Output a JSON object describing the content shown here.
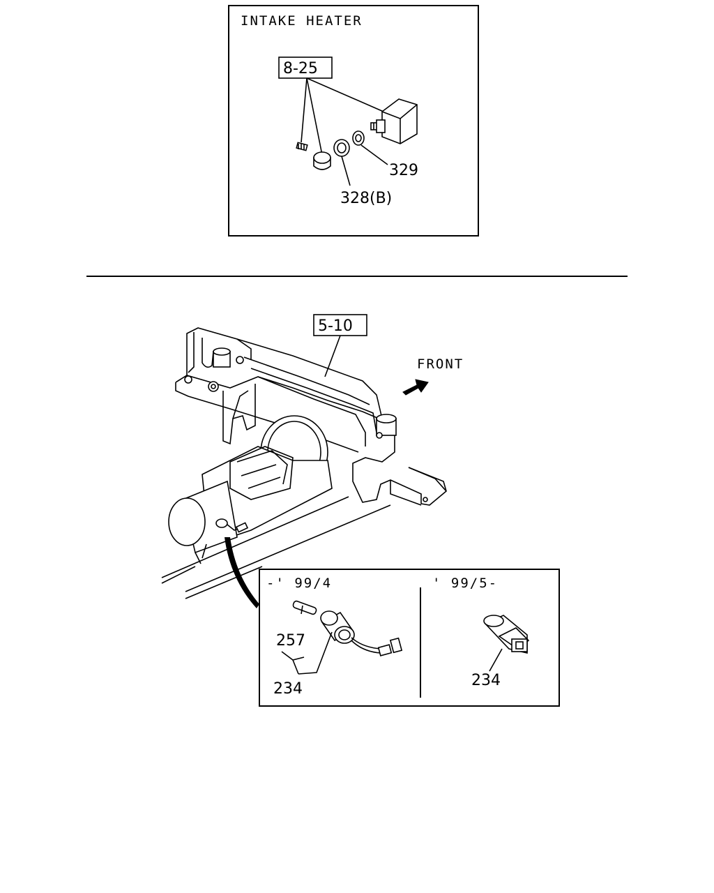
{
  "intake_heater": {
    "title": "INTAKE HEATER",
    "ref": "8-25",
    "parts": [
      "329",
      "328(B)"
    ]
  },
  "main_view": {
    "ref": "5-10",
    "front_label": "FRONT"
  },
  "detail": {
    "left": {
      "period": "-' 99/4",
      "parts": [
        "257",
        "234"
      ]
    },
    "right": {
      "period": "' 99/5-",
      "parts": [
        "234"
      ]
    }
  }
}
